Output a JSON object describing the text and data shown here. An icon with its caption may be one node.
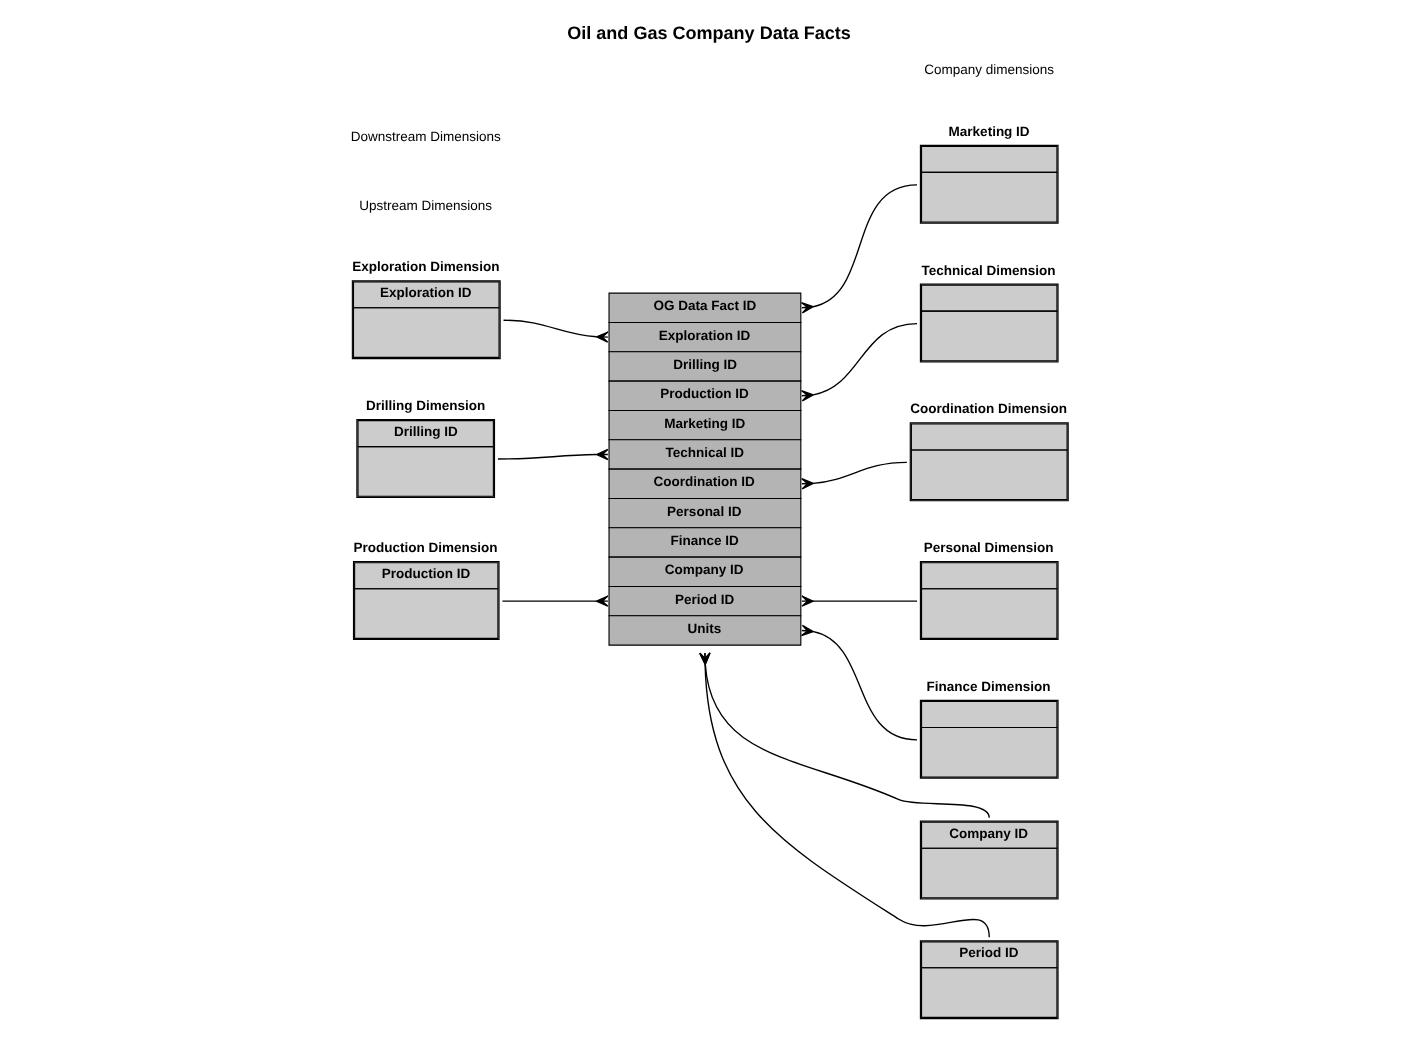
{
  "diagram": {
    "title": "Oil and Gas Company Data Facts",
    "nodes": [
      {
        "text": [
          "OG Data Fact ID",
          "Exploration ID",
          "Drilling ID",
          "Production ID",
          "Marketing ID",
          "Technical ID",
          "Coordination ID",
          "Personal ID",
          "Finance ID",
          "Company ID",
          "Period ID",
          "Units"
        ]
      },
      {
        "text": [
          "Exploration Dimension",
          "Exploration ID"
        ]
      },
      {
        "text": [
          "Drilling Dimension",
          "Drilling ID"
        ]
      },
      {
        "text": [
          "Production Dimension",
          "Production ID"
        ]
      },
      {
        "text": [
          "Marketing ID"
        ]
      },
      {
        "text": [
          "Technical Dimension"
        ]
      },
      {
        "text": [
          "Coordination Dimension"
        ]
      },
      {
        "text": [
          "Personal Dimension"
        ]
      },
      {
        "text": [
          "Finance Dimension"
        ]
      },
      {
        "text": [
          "Company ID"
        ]
      },
      {
        "text": [
          "Period ID"
        ]
      }
    ],
    "edges": [
      {
        "from": 1,
        "to": 0,
        "arrow": "other"
      },
      {
        "from": 2,
        "to": 0,
        "arrow": "other"
      },
      {
        "from": 3,
        "to": 0,
        "arrow": "other"
      },
      {
        "from": 4,
        "to": 0,
        "arrow": "other"
      },
      {
        "from": 5,
        "to": 0,
        "arrow": "other"
      },
      {
        "from": 6,
        "to": 0,
        "arrow": "other"
      },
      {
        "from": 7,
        "to": 0,
        "arrow": "other"
      },
      {
        "from": 8,
        "to": 0,
        "arrow": "other"
      },
      {
        "from": 9,
        "to": 0,
        "arrow": "other"
      },
      {
        "from": 10,
        "to": 0,
        "arrow": "other"
      }
    ],
    "labels": [
      "Upstream Dimensions",
      "Downstream Dimensions",
      "Company dimensions"
    ]
  }
}
